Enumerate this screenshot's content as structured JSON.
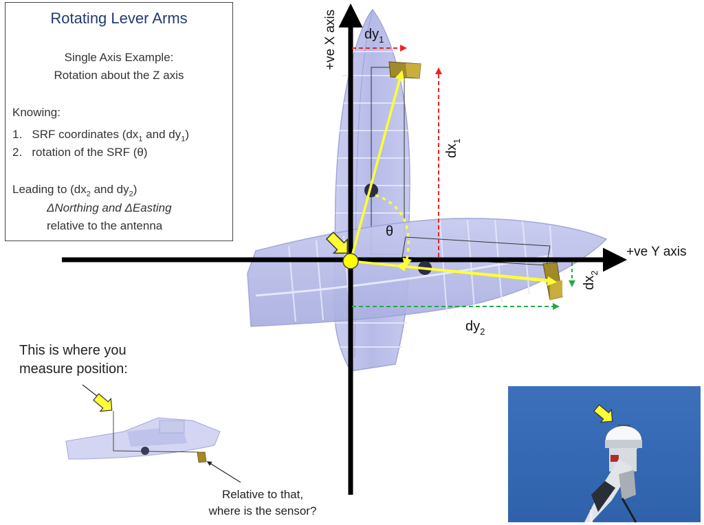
{
  "info_box": {
    "title": "Rotating Lever Arms",
    "subtitle_1": "Single Axis Example:",
    "subtitle_2": "Rotation about the Z axis",
    "knowing": "Knowing:",
    "item_1_num": "1.",
    "item_1_text": "SRF coordinates (dx",
    "item_1_sub1": "1",
    "item_1_mid": " and dy",
    "item_1_sub2": "1",
    "item_1_end": ")",
    "item_2_num": "2.",
    "item_2_text": "rotation of the SRF (θ)",
    "leading_text": "Leading to (dx",
    "leading_sub1": "2",
    "leading_mid": " and dy",
    "leading_sub2": "2",
    "leading_end": ")",
    "delta_line": "ΔNorthing and ΔEasting",
    "relative_line": "relative to the antenna"
  },
  "axes": {
    "x_axis_label": "+ve X axis",
    "y_axis_label": "+ve Y axis"
  },
  "labels": {
    "dy1": "dy",
    "dy1_sub": "1",
    "dx1": "dx",
    "dx1_sub": "1",
    "dx2": "dx",
    "dx2_sub": "2",
    "dy2": "dy",
    "dy2_sub": "2",
    "theta": "θ"
  },
  "captions": {
    "measure_line_1": "This is where you",
    "measure_line_2": "measure position:",
    "sensor_line_1": "Relative to that,",
    "sensor_line_2": "where is the sensor?"
  },
  "colors": {
    "axis": "#000000",
    "hull": "#b8bce8",
    "vector": "#ffff33",
    "dx1_arrow": "#ee2222",
    "dy_green": "#22aa44",
    "sensor": "#a08a2a",
    "sky": "#3a6fb8"
  }
}
